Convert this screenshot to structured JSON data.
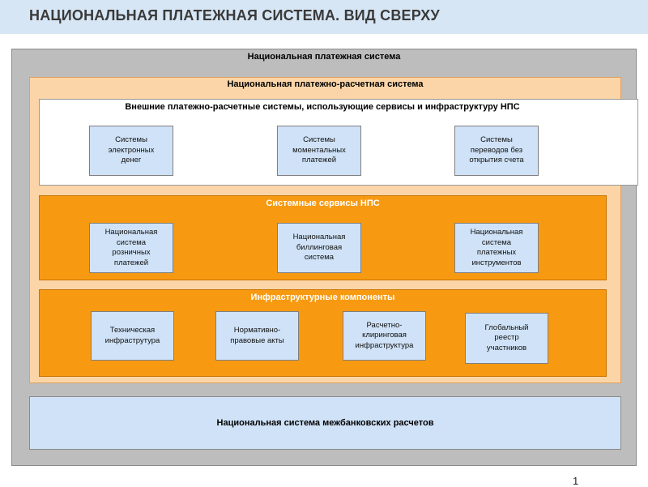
{
  "header": {
    "title": "НАЦИОНАЛЬНАЯ ПЛАТЕЖНАЯ СИСТЕМА. ВИД СВЕРХУ"
  },
  "nps": {
    "title": "Национальная платежная система"
  },
  "npr": {
    "title": "Национальная платежно-расчетная система"
  },
  "external": {
    "title": "Внешние платежно-расчетные системы, использующие сервисы и инфраструктуру НПС",
    "items": [
      "Системы\nэлектронных\nденег",
      "Системы\nмоментальных\nплатежей",
      "Системы\nпереводов без\nоткрытия счета"
    ]
  },
  "services": {
    "title": "Системные сервисы НПС",
    "items": [
      "Национальная\nсистема\nрозничных\nплатежей",
      "Национальная\nбиллинговая\nсистема",
      "Национальная\nсистема\nплатежных\nинструментов"
    ]
  },
  "infrastructure": {
    "title": "Инфраструктурные компоненты",
    "items": [
      "Техническая\nинфраструтура",
      "Нормативно-\nправовые акты",
      "Расчетно-\nклиринговая\nинфраструктура",
      "Глобальный\nреестр\nучастников"
    ]
  },
  "interbank": {
    "title": "Национальная система межбанковских расчетов"
  },
  "page_number": "1"
}
